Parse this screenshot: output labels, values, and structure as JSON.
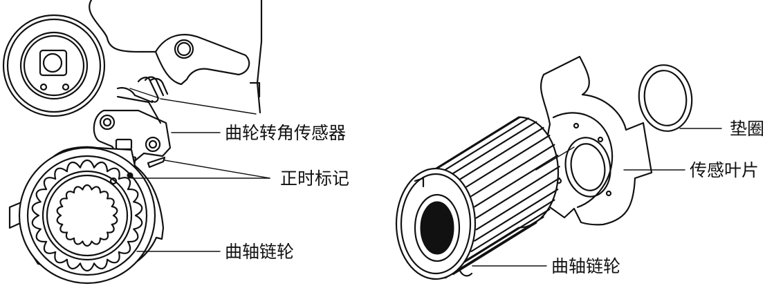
{
  "left_labels": {
    "crank_angle_sensor": "曲轮转角传感器",
    "timing_mark": "正时标记",
    "crank_sprocket": "曲轴链轮"
  },
  "right_labels": {
    "washer": "垫圈",
    "sensor_blade": "传感叶片",
    "crank_sprocket": "曲轴链轮"
  }
}
